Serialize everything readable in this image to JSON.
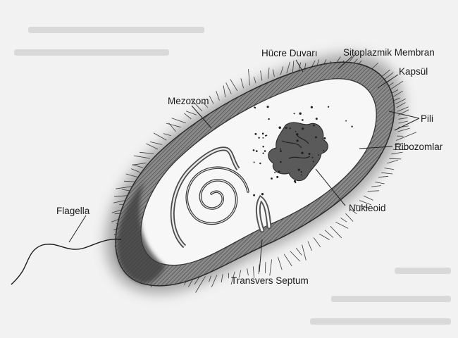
{
  "labels": {
    "hucre_duvari": "Hücre Duvarı",
    "sitoplazmik_membran": "Sitoplazmik Membran",
    "kapsul": "Kapsül",
    "mezozom": "Mezozom",
    "pili": "Pili",
    "ribozomlar": "Ribozomlar",
    "nukleoid": "Nukleoid",
    "flagella": "Flagella",
    "transvers_septum": "Transvers Septum"
  },
  "colors": {
    "background": "#f2f2f2",
    "cytoplasm": "#f7f7f7",
    "capsule": "#9a9a9a",
    "wall": "#6e6e6e",
    "ink": "#1a1a1a"
  }
}
